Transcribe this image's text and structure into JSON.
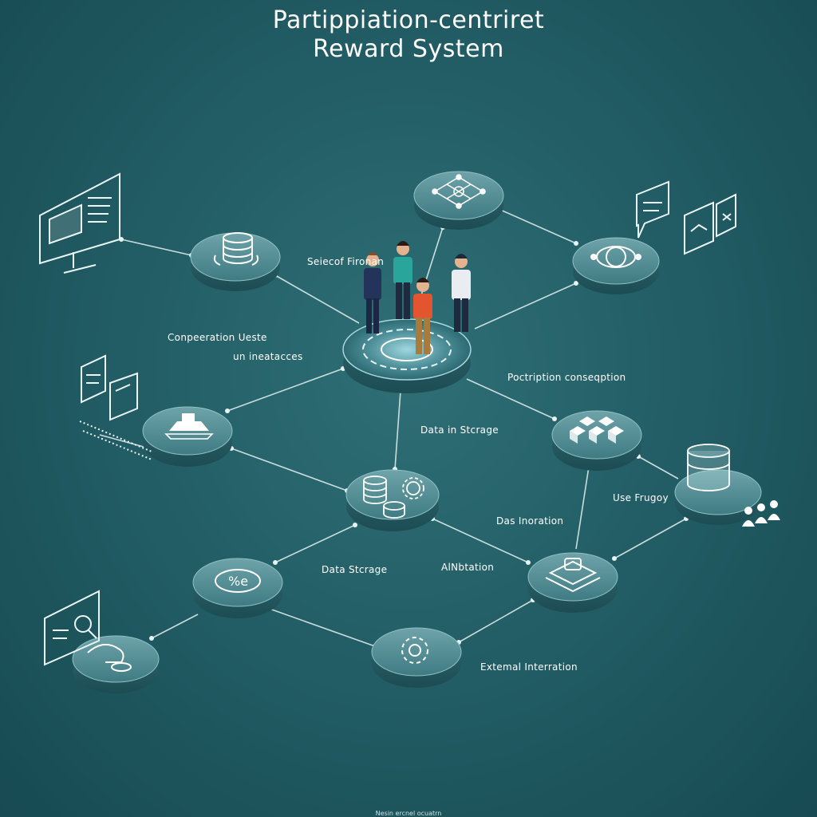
{
  "title": {
    "line1": "Partippiation-centriret",
    "line2": "Reward System"
  },
  "labels": {
    "selector": "Seiecof Fironan",
    "compensation": "Conpeeration  Ueste",
    "interactions": "un ineatacces",
    "participation": "Poctription conseqption",
    "storage_top": "Data in Stcrage",
    "use_frugoy": "Use Frugoy",
    "integration": "Das Inoration",
    "storage_bottom": "Data Stcrage",
    "annotation": "AlNbtation",
    "external": "Extemal Interration"
  },
  "footer": "Nesin ercnel ocuatrn",
  "colors": {
    "background": "#235e66",
    "disc_top": "#4f8a91",
    "disc_side": "#2f6870",
    "line": "#e6f2f3",
    "icon": "#ffffff"
  },
  "nodes": [
    {
      "id": "hub",
      "icon": "people-platform-icon"
    },
    {
      "id": "database",
      "icon": "database-icon"
    },
    {
      "id": "network",
      "icon": "network-icon"
    },
    {
      "id": "settings-ring",
      "icon": "target-ring-icon"
    },
    {
      "id": "ship",
      "icon": "ship-icon"
    },
    {
      "id": "tokens",
      "icon": "coins-gear-icon"
    },
    {
      "id": "cubes",
      "icon": "cubes-icon"
    },
    {
      "id": "cylinder",
      "icon": "glass-cylinder-icon"
    },
    {
      "id": "chip",
      "icon": "chip-icon"
    },
    {
      "id": "percent",
      "icon": "percent-icon"
    },
    {
      "id": "magnifier",
      "icon": "hand-icon"
    },
    {
      "id": "gear",
      "icon": "gear-icon"
    }
  ]
}
